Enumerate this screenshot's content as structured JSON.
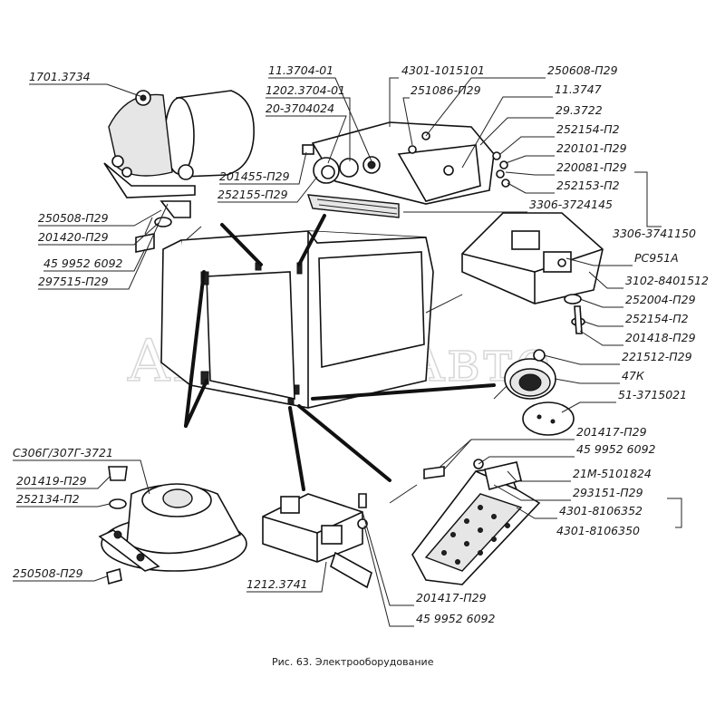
{
  "watermark": "АквилонАвто",
  "caption": "Рис. 63. Электрооборудование",
  "labels": {
    "l1701": "1701.3734",
    "l250508a": "250508-П29",
    "l201420": "201420-П29",
    "l459952a": "45 9952 6092",
    "l297515": "297515-П29",
    "l201455": "201455-П29",
    "l252155": "252155-П29",
    "l11_3704": "11.3704-01",
    "l1202": "1202.3704-01",
    "l20_3704": "20-3704024",
    "l4301_1015": "4301-1015101",
    "l251086": "251086-П29",
    "l250608": "250608-П29",
    "l11_3747": "11.3747",
    "l29_3722": "29.3722",
    "l252154a": "252154-П2",
    "l220101": "220101-П29",
    "l220081": "220081-П29",
    "l252153": "252153-П2",
    "l3306_3724": "3306-3724145",
    "l3306_3741": "3306-3741150",
    "lrc951": "РС951А",
    "l3102": "3102-8401512",
    "l252004": "252004-П29",
    "l252154b": "252154-П2",
    "l201418": "201418-П29",
    "l221512": "221512-П29",
    "l47k": "47К",
    "l51_3715": "51-3715021",
    "l201417a": "201417-П29",
    "l459952b": "45 9952 6092",
    "l21m": "21М-5101824",
    "l293151": "293151-П29",
    "l4301_8106352": "4301-8106352",
    "l4301_8106350": "4301-8106350",
    "lc306": "С306Г/307Г-3721",
    "l201419": "201419-П29",
    "l252134": "252134-П2",
    "l250508b": "250508-П29",
    "l1212": "1212.3741",
    "l201417b": "201417-П29",
    "l459952c": "45 9952 6092"
  }
}
